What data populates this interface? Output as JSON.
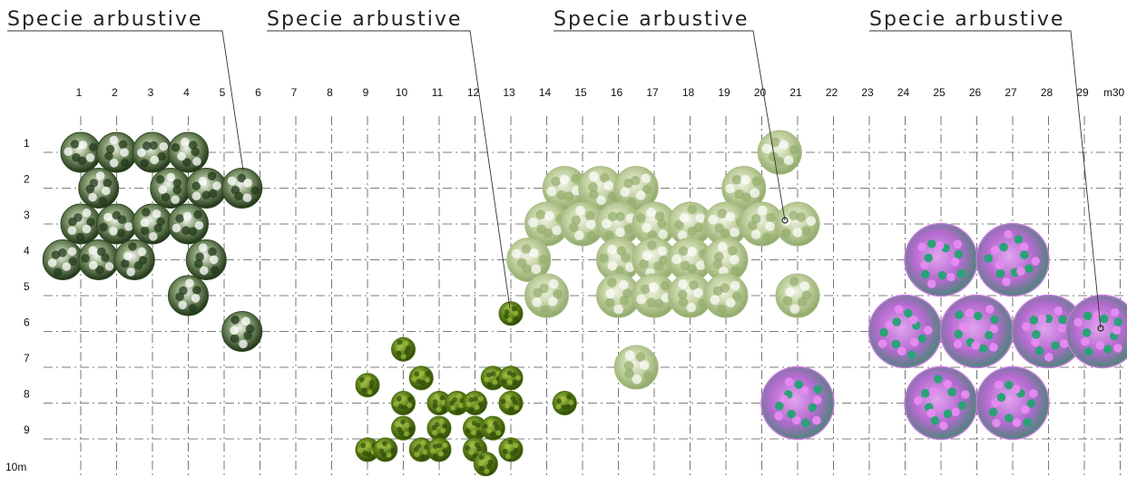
{
  "labels": {
    "callouts": [
      "Specie arbustive",
      "Specie arbustive",
      "Specie arbustive",
      "Specie arbustive"
    ],
    "x_unit": "m",
    "y_unit": "10m"
  },
  "grid": {
    "columns": [
      "1",
      "2",
      "3",
      "4",
      "5",
      "6",
      "7",
      "8",
      "9",
      "10",
      "11",
      "12",
      "13",
      "14",
      "15",
      "16",
      "17",
      "18",
      "19",
      "20",
      "21",
      "22",
      "23",
      "24",
      "25",
      "26",
      "27",
      "28",
      "29",
      "30"
    ],
    "rows": [
      "1",
      "2",
      "3",
      "4",
      "5",
      "6",
      "7",
      "8",
      "9"
    ]
  },
  "species_colors": {
    "white_green_shrub": "#2f4a22",
    "pale_green_shrub": "#a9bd84",
    "dark_green_round_shrub": "#4b6e12",
    "pink_flowering_shrub": "#c27ad8"
  },
  "plants": {
    "white_green_shrub": [
      [
        1,
        1
      ],
      [
        2,
        1
      ],
      [
        3,
        1
      ],
      [
        4,
        1
      ],
      [
        1.5,
        2
      ],
      [
        3.5,
        2
      ],
      [
        4.5,
        2
      ],
      [
        5.5,
        2
      ],
      [
        1,
        3
      ],
      [
        2,
        3
      ],
      [
        3,
        3
      ],
      [
        4,
        3
      ],
      [
        0.5,
        4
      ],
      [
        1.5,
        4
      ],
      [
        2.5,
        4
      ],
      [
        4.5,
        4
      ],
      [
        4,
        5
      ],
      [
        5.5,
        6
      ]
    ],
    "pale_green_shrub": [
      [
        20.5,
        1
      ],
      [
        14.5,
        2
      ],
      [
        15.5,
        2
      ],
      [
        16.5,
        2
      ],
      [
        19.5,
        2
      ],
      [
        14,
        3
      ],
      [
        15,
        3
      ],
      [
        16,
        3
      ],
      [
        17,
        3
      ],
      [
        18,
        3
      ],
      [
        19,
        3
      ],
      [
        20,
        3
      ],
      [
        21,
        3
      ],
      [
        13.5,
        4
      ],
      [
        16,
        4
      ],
      [
        17,
        4
      ],
      [
        18,
        4
      ],
      [
        19,
        4
      ],
      [
        14,
        5
      ],
      [
        16,
        5
      ],
      [
        17,
        5
      ],
      [
        18,
        5
      ],
      [
        19,
        5
      ],
      [
        21,
        5
      ],
      [
        16.5,
        7
      ]
    ],
    "dark_green_round_shrub": [
      [
        13,
        5.5
      ],
      [
        10,
        6.5
      ],
      [
        9,
        7.5
      ],
      [
        10.5,
        7.3
      ],
      [
        12.5,
        7.3
      ],
      [
        13,
        7.3
      ],
      [
        10,
        8
      ],
      [
        11,
        8
      ],
      [
        11.5,
        8
      ],
      [
        12,
        8
      ],
      [
        13,
        8
      ],
      [
        14.5,
        8
      ],
      [
        10,
        8.7
      ],
      [
        11,
        8.7
      ],
      [
        12,
        8.7
      ],
      [
        12.5,
        8.7
      ],
      [
        9,
        9.3
      ],
      [
        9.5,
        9.3
      ],
      [
        10.5,
        9.3
      ],
      [
        11,
        9.3
      ],
      [
        12,
        9.3
      ],
      [
        13,
        9.3
      ],
      [
        12.3,
        9.7
      ]
    ],
    "pink_flowering_shrub": [
      [
        25,
        4
      ],
      [
        27,
        4
      ],
      [
        24,
        6
      ],
      [
        26,
        6
      ],
      [
        28,
        6
      ],
      [
        29.5,
        6
      ],
      [
        21,
        8
      ],
      [
        25,
        8
      ],
      [
        27,
        8
      ]
    ]
  }
}
